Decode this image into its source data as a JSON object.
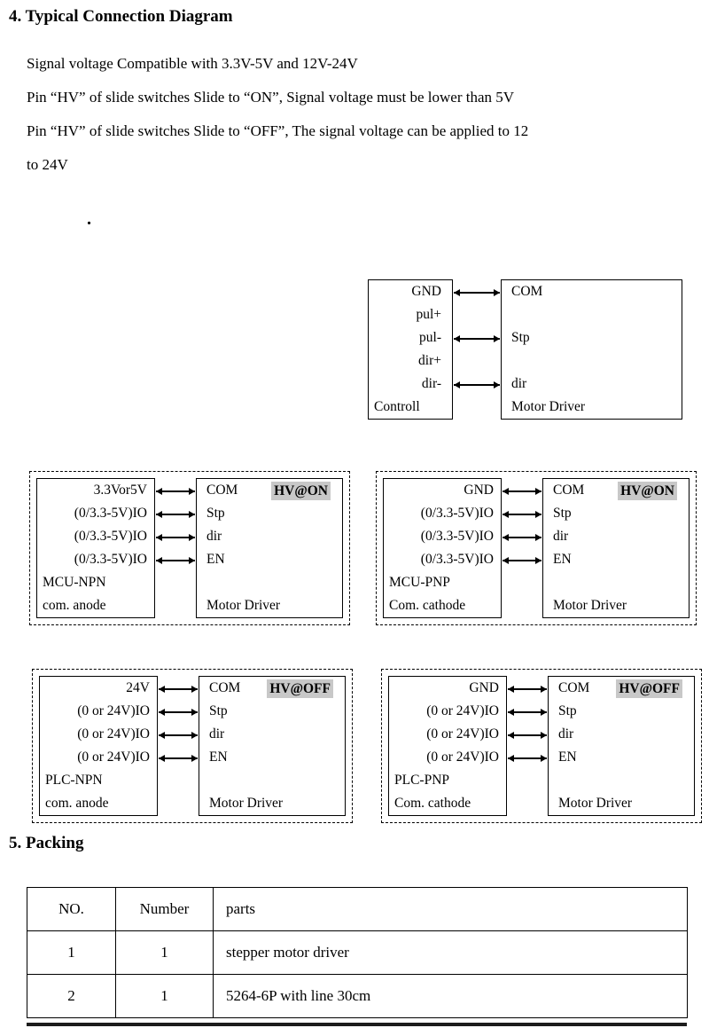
{
  "section4": {
    "title": "4. Typical Connection Diagram",
    "lines": [
      "Signal voltage Compatible with 3.3V-5V and 12V-24V",
      "Pin “HV” of slide switches Slide to “ON”, Signal voltage must be lower than 5V",
      "Pin “HV” of slide switches Slide to “OFF”, The signal voltage can be applied to 12",
      "to 24V"
    ],
    "stray_dot": "."
  },
  "top_diagram": {
    "controller": {
      "pins": [
        "GND",
        "pul+",
        "pul-",
        "dir+",
        "dir-"
      ],
      "label": "Controll"
    },
    "driver": {
      "pins": [
        "COM",
        "Stp",
        "dir"
      ],
      "label": "Motor Driver"
    }
  },
  "diagrams": [
    {
      "left_pins": [
        "3.3Vor5V",
        "(0/3.3-5V)IO",
        "(0/3.3-5V)IO",
        "(0/3.3-5V)IO"
      ],
      "left_label1": "MCU-NPN",
      "left_label2": "com. anode",
      "right_pins": [
        "COM",
        "Stp",
        "dir",
        "EN"
      ],
      "badge": "HV@ON",
      "right_label": "Motor Driver"
    },
    {
      "left_pins": [
        "GND",
        "(0/3.3-5V)IO",
        "(0/3.3-5V)IO",
        "(0/3.3-5V)IO"
      ],
      "left_label1": "MCU-PNP",
      "left_label2": "Com. cathode",
      "right_pins": [
        "COM",
        "Stp",
        "dir",
        "EN"
      ],
      "badge": "HV@ON",
      "right_label": "Motor Driver"
    },
    {
      "left_pins": [
        "24V",
        "(0 or 24V)IO",
        "(0 or 24V)IO",
        "(0 or 24V)IO"
      ],
      "left_label1": "PLC-NPN",
      "left_label2": "com. anode",
      "right_pins": [
        "COM",
        "Stp",
        "dir",
        "EN"
      ],
      "badge": "HV@OFF",
      "right_label": "Motor Driver"
    },
    {
      "left_pins": [
        "GND",
        "(0 or 24V)IO",
        "(0 or 24V)IO",
        "(0 or 24V)IO"
      ],
      "left_label1": "PLC-PNP",
      "left_label2": "Com. cathode",
      "right_pins": [
        "COM",
        "Stp",
        "dir",
        "EN"
      ],
      "badge": "HV@OFF",
      "right_label": "Motor Driver"
    }
  ],
  "section5": {
    "title": "5. Packing"
  },
  "packing_table": {
    "headers": [
      "NO.",
      "Number",
      "parts"
    ],
    "rows": [
      [
        "1",
        "1",
        "stepper motor driver"
      ],
      [
        "2",
        "1",
        "5264-6P with line 30cm"
      ]
    ]
  }
}
